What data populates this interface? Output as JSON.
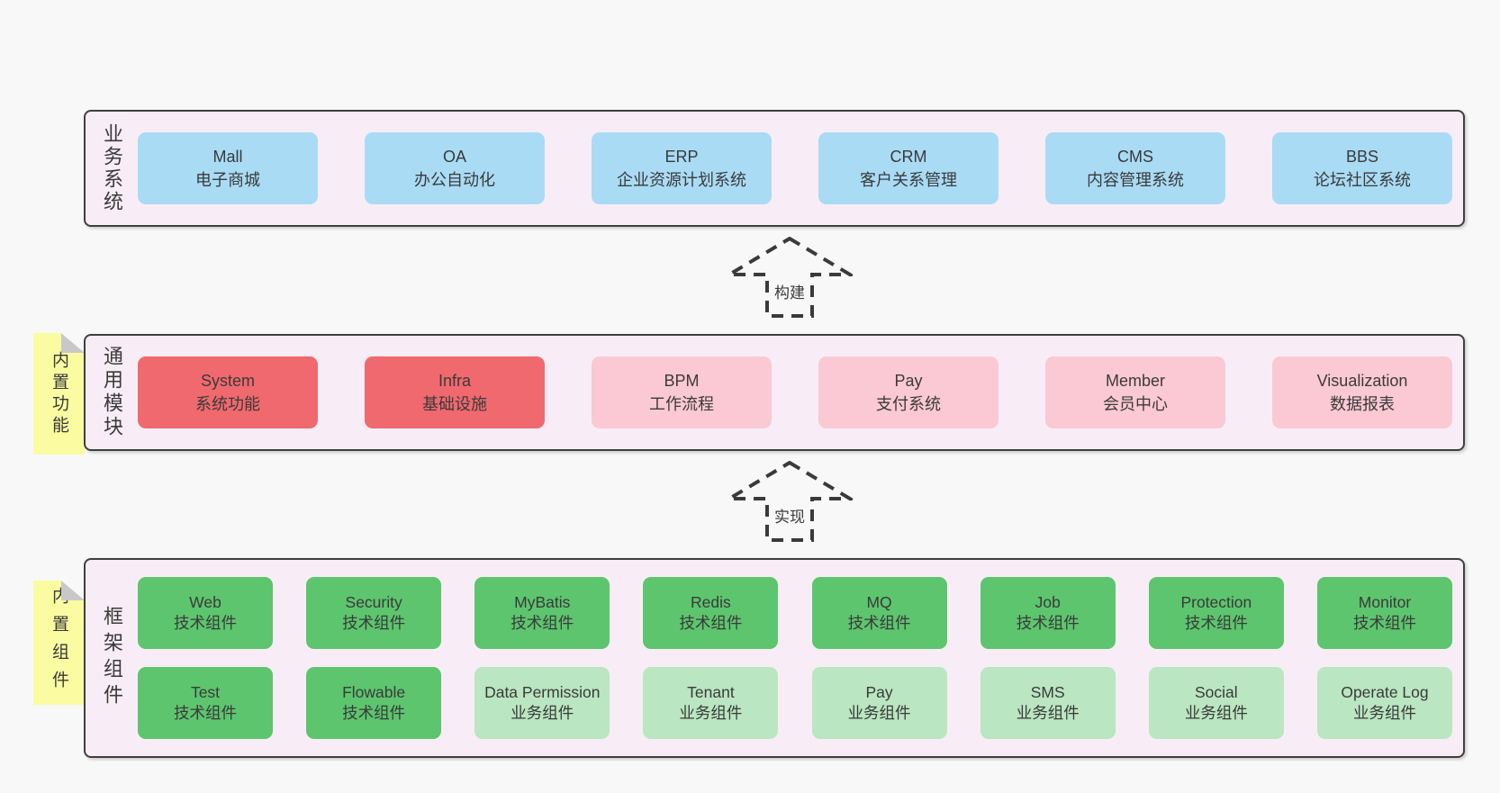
{
  "colors": {
    "page-bg": "#f8f8f8",
    "panel-bg": "#f8edf6",
    "panel-border": "#3f3f3f",
    "blue": "#a9dbf5",
    "red": "#f0696e",
    "pink": "#fac9d3",
    "green": "#5dc56e",
    "lightgreen": "#bae6c1",
    "yellow": "#fbfba2",
    "fold-gray": "#c8c8c8",
    "text": "#3a3a3a"
  },
  "layers": [
    {
      "label": "业务系统",
      "boxes": [
        {
          "name": "Mall",
          "sub": "电子商城"
        },
        {
          "name": "OA",
          "sub": "办公自动化"
        },
        {
          "name": "ERP",
          "sub": "企业资源计划系统"
        },
        {
          "name": "CRM",
          "sub": "客户关系管理"
        },
        {
          "name": "CMS",
          "sub": "内容管理系统"
        },
        {
          "name": "BBS",
          "sub": "论坛社区系统"
        }
      ]
    },
    {
      "label": "通用模块",
      "note": "内置功能",
      "boxes": [
        {
          "name": "System",
          "sub": "系统功能"
        },
        {
          "name": "Infra",
          "sub": "基础设施"
        },
        {
          "name": "BPM",
          "sub": "工作流程"
        },
        {
          "name": "Pay",
          "sub": "支付系统"
        },
        {
          "name": "Member",
          "sub": "会员中心"
        },
        {
          "name": "Visualization",
          "sub": "数据报表"
        }
      ]
    },
    {
      "label": "框架组件",
      "note": "内置组件",
      "rows": [
        [
          {
            "name": "Web",
            "sub": "技术组件"
          },
          {
            "name": "Security",
            "sub": "技术组件"
          },
          {
            "name": "MyBatis",
            "sub": "技术组件"
          },
          {
            "name": "Redis",
            "sub": "技术组件"
          },
          {
            "name": "MQ",
            "sub": "技术组件"
          },
          {
            "name": "Job",
            "sub": "技术组件"
          },
          {
            "name": "Protection",
            "sub": "技术组件"
          },
          {
            "name": "Monitor",
            "sub": "技术组件"
          }
        ],
        [
          {
            "name": "Test",
            "sub": "技术组件"
          },
          {
            "name": "Flowable",
            "sub": "技术组件"
          },
          {
            "name": "Data Permission",
            "sub": "业务组件"
          },
          {
            "name": "Tenant",
            "sub": "业务组件"
          },
          {
            "name": "Pay",
            "sub": "业务组件"
          },
          {
            "name": "SMS",
            "sub": "业务组件"
          },
          {
            "name": "Social",
            "sub": "业务组件"
          },
          {
            "name": "Operate Log",
            "sub": "业务组件"
          }
        ]
      ]
    }
  ],
  "arrows": [
    {
      "label": "构建"
    },
    {
      "label": "实现"
    }
  ]
}
